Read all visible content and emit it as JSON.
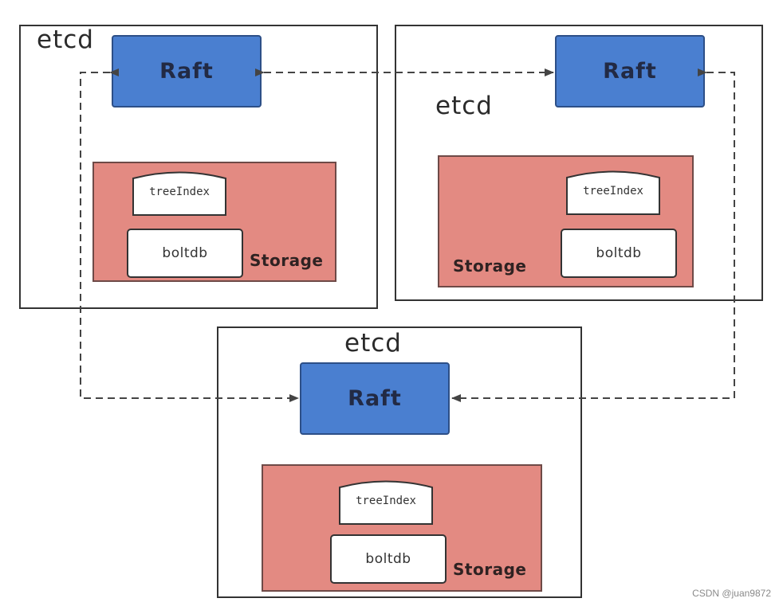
{
  "nodes": [
    {
      "etcd_label": "etcd",
      "raft_label": "Raft",
      "storage_label": "Storage",
      "tree_index_label": "treeIndex",
      "boltdb_label": "boltdb"
    },
    {
      "etcd_label": "etcd",
      "raft_label": "Raft",
      "storage_label": "Storage",
      "tree_index_label": "treeIndex",
      "boltdb_label": "boltdb"
    },
    {
      "etcd_label": "etcd",
      "raft_label": "Raft",
      "storage_label": "Storage",
      "tree_index_label": "treeIndex",
      "boltdb_label": "boltdb"
    }
  ],
  "watermark": "CSDN @juan9872",
  "colors": {
    "raft_fill": "#4a7fd0",
    "storage_fill": "#e38a82",
    "link_stroke": "#444444"
  }
}
